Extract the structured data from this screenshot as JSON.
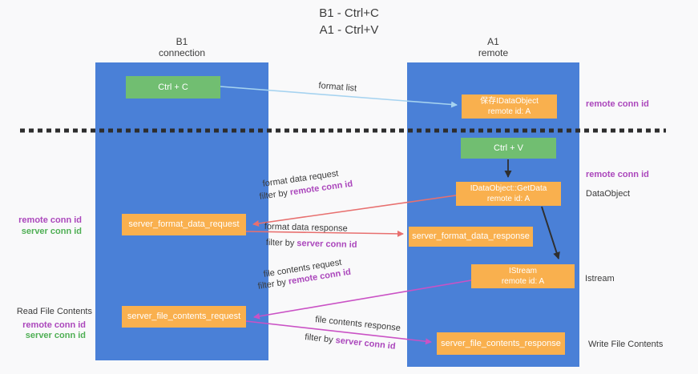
{
  "diagram": {
    "title_lines": [
      "B1 - Ctrl+C",
      "A1 - Ctrl+V"
    ],
    "lifelines": {
      "b1": {
        "name": "B1",
        "role": "connection"
      },
      "a1": {
        "name": "A1",
        "role": "remote"
      }
    },
    "nodes": {
      "ctrl_c": {
        "label": "Ctrl + C"
      },
      "ctrl_v": {
        "label": "Ctrl + V"
      },
      "save_idataobject": {
        "line1": "保存IDataObject",
        "line2": "remote id: A"
      },
      "idataobject_getdata": {
        "line1": "IDataObject::GetData",
        "line2": "remote id: A"
      },
      "istream": {
        "line1": "IStream",
        "line2": "remote id: A"
      },
      "server_format_data_request": {
        "label": "server_format_data_request"
      },
      "server_format_data_response": {
        "label": "server_format_data_response"
      },
      "server_file_contents_request": {
        "label": "server_file_contents_request"
      },
      "server_file_contents_response": {
        "label": "server_file_contents_response"
      }
    },
    "side_labels": {
      "right_remote_conn_id_top": "remote conn id",
      "right_remote_conn_id_mid": "remote conn id",
      "dataobject": "DataObject",
      "istream": "Istream",
      "write_file_contents": "Write File Contents",
      "left_remote_conn_id_top": "remote conn id",
      "left_server_conn_id_top": "server conn id",
      "read_file_contents": "Read File Contents",
      "left_remote_conn_id_bottom": "remote conn id",
      "left_server_conn_id_bottom": "server conn id"
    },
    "messages": {
      "format_list": "format list",
      "format_data_request": "format data request",
      "format_data_response": "format data response",
      "file_contents_request": "file contents request",
      "file_contents_response": "file contents response",
      "filter_by": "filter by ",
      "remote_conn_id": "remote conn id",
      "server_conn_id": "server conn id"
    },
    "colors": {
      "lifeline_blue": "#4a80d7",
      "action_green": "#71be71",
      "message_orange": "#f9b04e",
      "arrow_light_blue": "#a6d3f0",
      "arrow_salmon": "#e8706f",
      "arrow_magenta": "#ca52c5",
      "arrow_black": "#2f2f2f",
      "conn_id_purple": "#ab47bc",
      "conn_id_green": "#4faf54"
    }
  }
}
